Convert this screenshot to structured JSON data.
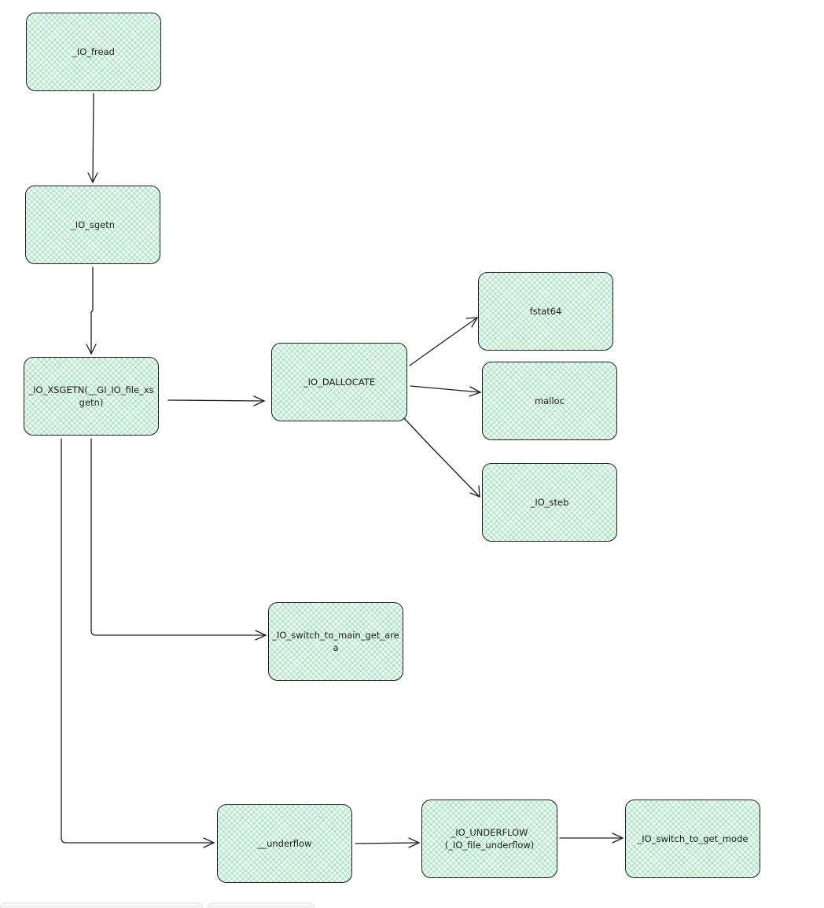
{
  "nodes": {
    "io_fread": "_IO_fread",
    "io_sgetn": "_IO_sgetn",
    "io_xsgetn": "_IO_XSGETN(__GI_IO_file_xsgetn)",
    "io_dallocate": "_IO_DALLOCATE",
    "fstat64": "fstat64",
    "malloc": "malloc",
    "io_steb": "_IO_steb",
    "io_switch_to_main_get_area": "_IO_switch_to_main_get_area",
    "underflow": "__underflow",
    "io_underflow": "_IO_UNDERFLOW\n(_IO_file_underflow)",
    "io_switch_to_get_mode": "_IO_switch_to_get_mode"
  },
  "edges": [
    {
      "from": "io_fread",
      "to": "io_sgetn"
    },
    {
      "from": "io_sgetn",
      "to": "io_xsgetn"
    },
    {
      "from": "io_xsgetn",
      "to": "io_dallocate"
    },
    {
      "from": "io_dallocate",
      "to": "fstat64"
    },
    {
      "from": "io_dallocate",
      "to": "malloc"
    },
    {
      "from": "io_dallocate",
      "to": "io_steb"
    },
    {
      "from": "io_xsgetn",
      "to": "io_switch_to_main_get_area"
    },
    {
      "from": "io_xsgetn",
      "to": "underflow"
    },
    {
      "from": "underflow",
      "to": "io_underflow"
    },
    {
      "from": "io_underflow",
      "to": "io_switch_to_get_mode"
    }
  ],
  "colors": {
    "node_fill": "#eafaf0",
    "node_hatch": "#2eb464",
    "stroke": "#1e1e1e"
  }
}
